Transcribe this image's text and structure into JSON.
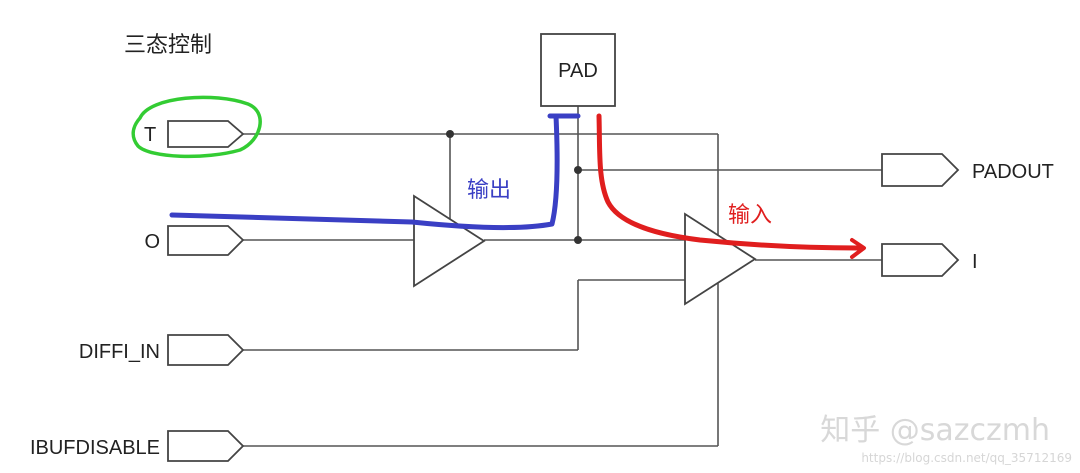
{
  "title": "三态控制",
  "pad_label": "PAD",
  "ports": {
    "t": "T",
    "o": "O",
    "diffi_in": "DIFFI_IN",
    "ibufdisable": "IBUFDISABLE",
    "padout": "PADOUT",
    "i": "I"
  },
  "annotations": {
    "output": "输出",
    "input": "输入"
  },
  "colors": {
    "wire": "#555555",
    "output_path": "#3a3fc4",
    "input_path": "#e01e1e",
    "t_highlight": "#33cc33"
  },
  "watermark": {
    "brand": "知乎 @sazczmh",
    "url": "https://blog.csdn.net/qq_35712169"
  }
}
